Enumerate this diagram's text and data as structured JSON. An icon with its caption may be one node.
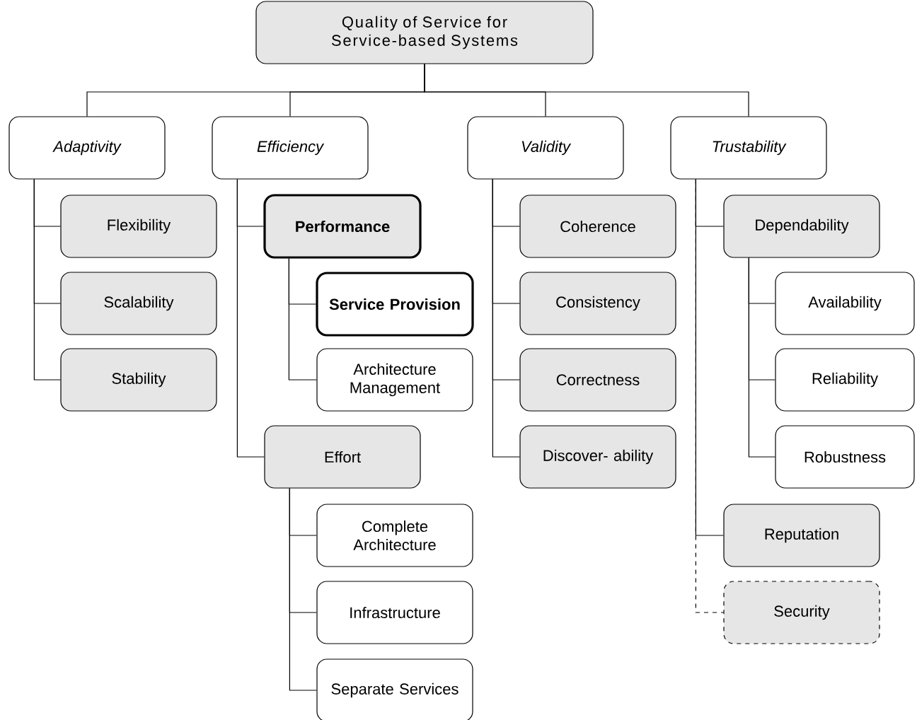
{
  "diagram": {
    "nodes": [
      {
        "text": [
          "Quality of Service for Service-based Systems"
        ]
      },
      {
        "text": [
          "Adaptivity"
        ]
      },
      {
        "text": [
          "Efficiency"
        ]
      },
      {
        "text": [
          "Validity"
        ]
      },
      {
        "text": [
          "Trustability"
        ]
      },
      {
        "text": [
          "Flexibility"
        ]
      },
      {
        "text": [
          "Scalability"
        ]
      },
      {
        "text": [
          "Stability"
        ]
      },
      {
        "text": [
          "Performance"
        ]
      },
      {
        "text": [
          "Service Provision"
        ]
      },
      {
        "text": [
          "Architecture Management"
        ]
      },
      {
        "text": [
          "Effort"
        ]
      },
      {
        "text": [
          "Complete Architecture"
        ]
      },
      {
        "text": [
          "Infrastructure"
        ]
      },
      {
        "text": [
          "Separate Services"
        ]
      },
      {
        "text": [
          "Coherence"
        ]
      },
      {
        "text": [
          "Consistency"
        ]
      },
      {
        "text": [
          "Correctness"
        ]
      },
      {
        "text": [
          "Discover- ability"
        ]
      },
      {
        "text": [
          "Dependability"
        ]
      },
      {
        "text": [
          "Availability"
        ]
      },
      {
        "text": [
          "Reliability"
        ]
      },
      {
        "text": [
          "Robustness"
        ]
      },
      {
        "text": [
          "Reputation"
        ]
      },
      {
        "text": [
          "Security"
        ]
      }
    ],
    "edges": [
      {
        "from": 0,
        "to": 1,
        "arrow": "none"
      },
      {
        "from": 0,
        "to": 2,
        "arrow": "none"
      },
      {
        "from": 0,
        "to": 3,
        "arrow": "none"
      },
      {
        "from": 0,
        "to": 4,
        "arrow": "none"
      },
      {
        "from": 1,
        "to": 5,
        "arrow": "none"
      },
      {
        "from": 1,
        "to": 6,
        "arrow": "none"
      },
      {
        "from": 1,
        "to": 7,
        "arrow": "none"
      },
      {
        "from": 2,
        "to": 8,
        "arrow": "none"
      },
      {
        "from": 8,
        "to": 9,
        "arrow": "none"
      },
      {
        "from": 8,
        "to": 10,
        "arrow": "none"
      },
      {
        "from": 2,
        "to": 11,
        "arrow": "none"
      },
      {
        "from": 11,
        "to": 12,
        "arrow": "none"
      },
      {
        "from": 11,
        "to": 13,
        "arrow": "none"
      },
      {
        "from": 11,
        "to": 14,
        "arrow": "none"
      },
      {
        "from": 3,
        "to": 15,
        "arrow": "none"
      },
      {
        "from": 3,
        "to": 16,
        "arrow": "none"
      },
      {
        "from": 3,
        "to": 17,
        "arrow": "none"
      },
      {
        "from": 3,
        "to": 18,
        "arrow": "none"
      },
      {
        "from": 4,
        "to": 19,
        "arrow": "none"
      },
      {
        "from": 19,
        "to": 20,
        "arrow": "none"
      },
      {
        "from": 19,
        "to": 21,
        "arrow": "none"
      },
      {
        "from": 19,
        "to": 22,
        "arrow": "none"
      },
      {
        "from": 4,
        "to": 23,
        "arrow": "none"
      },
      {
        "from": 4,
        "to": 24,
        "arrow": "none",
        "style": "dashed"
      }
    ]
  }
}
